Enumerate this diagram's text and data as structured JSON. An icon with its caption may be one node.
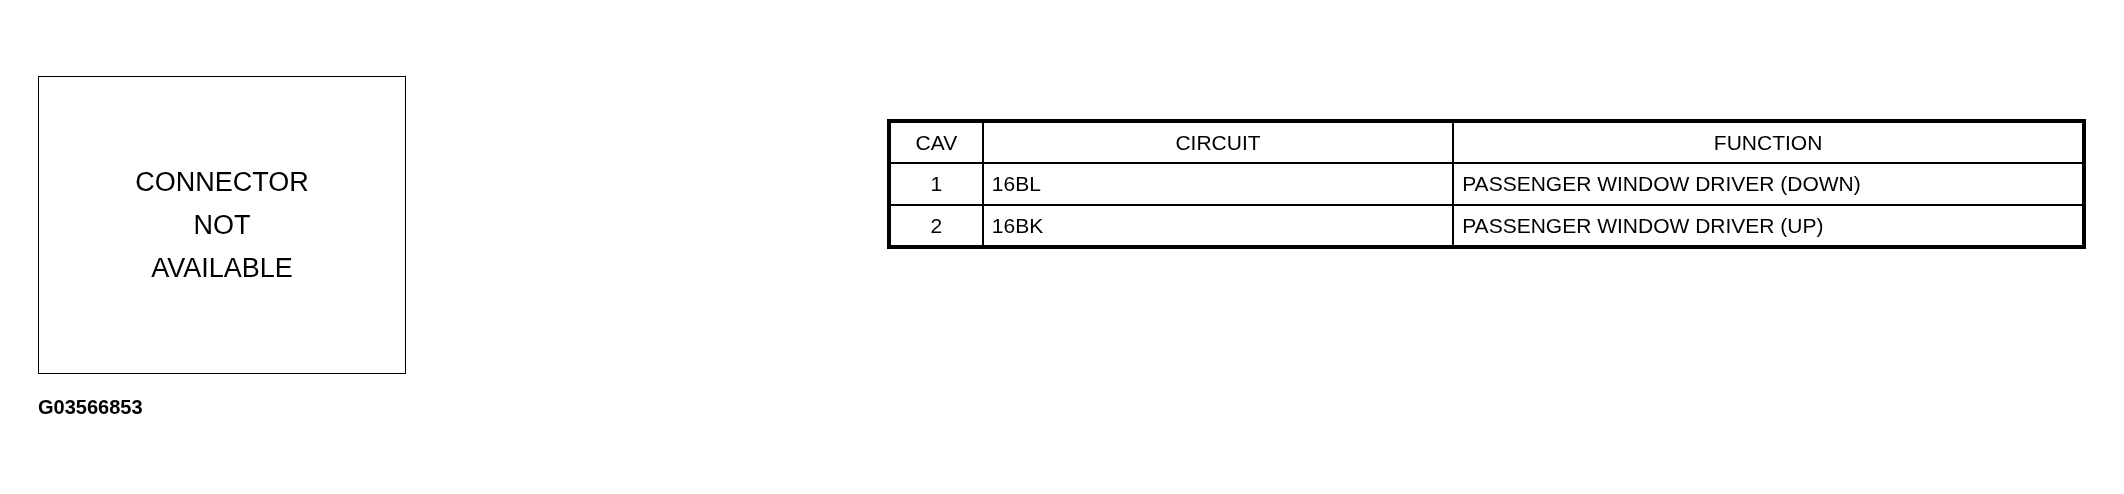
{
  "diagram": {
    "nodes": [
      {
        "text": [
          "CONNECTOR NOT AVAILABLE"
        ]
      }
    ],
    "edges": [],
    "labels": [
      "G03566853",
      "CAV",
      "CIRCUIT",
      "FUNCTION",
      "1",
      "16BL",
      "PASSENGER WINDOW DRIVER (DOWN)",
      "2",
      "16BK",
      "PASSENGER WINDOW DRIVER (UP)"
    ]
  }
}
